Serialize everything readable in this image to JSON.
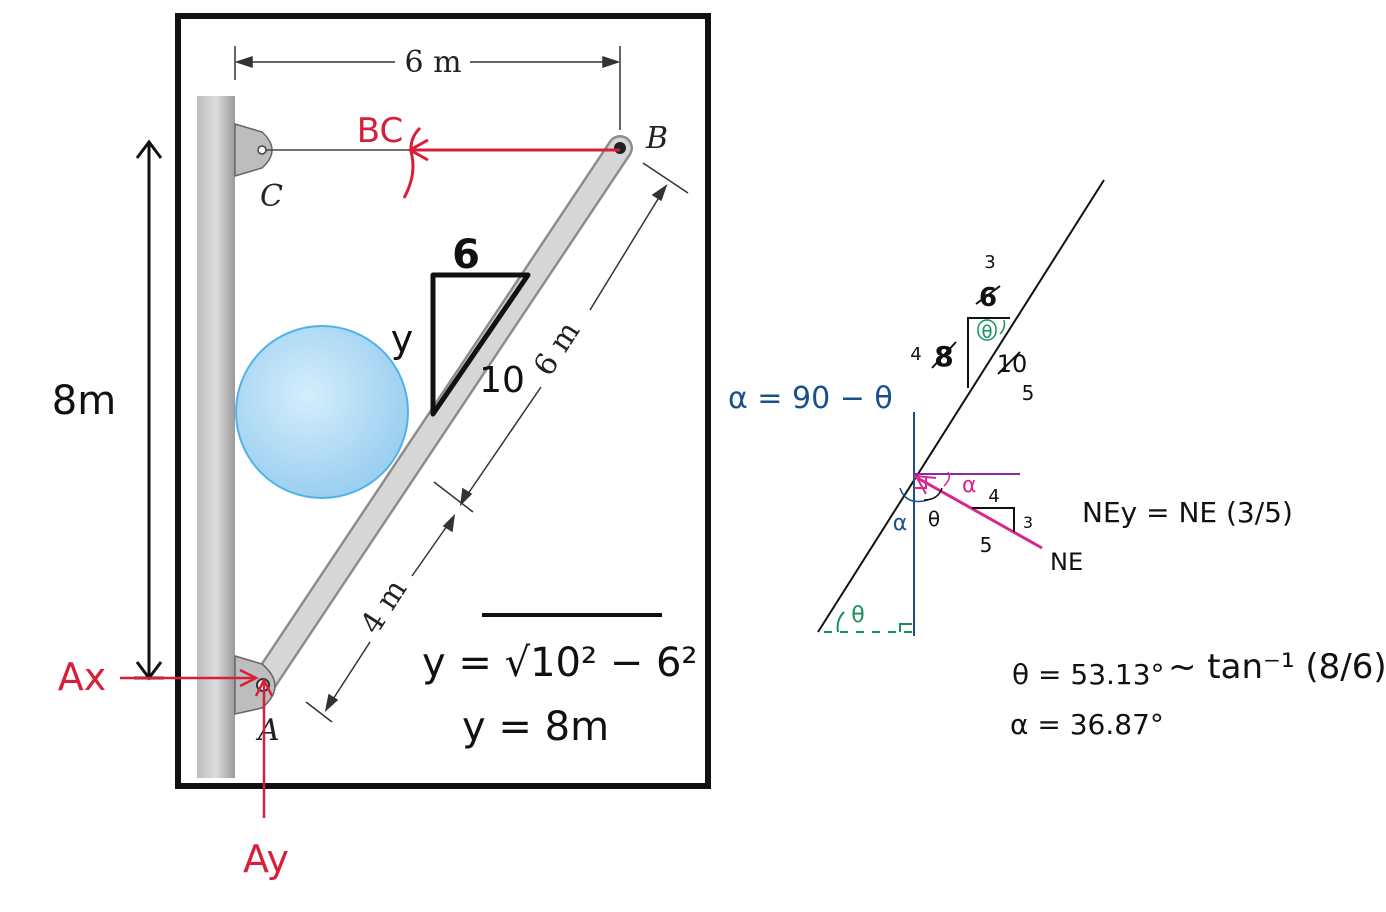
{
  "figure": {
    "labels": {
      "top_dim": "6 m",
      "point_b": "B",
      "point_c": "C",
      "point_a": "A",
      "dim_6m_upper": "6 m",
      "dim_4m_lower": "4 m",
      "height_8m": "8m",
      "bc_force": "BC",
      "ax_force": "Ax",
      "ay_force": "Ay"
    },
    "triangle": {
      "top": "6",
      "side": "y",
      "hyp": "10"
    },
    "equations": {
      "eq1": "y = √10² − 6²",
      "eq2": "y = 8m"
    }
  },
  "sketch": {
    "alpha_rel": "α = 90 − θ",
    "small_tri": {
      "top_old": "6",
      "top_new": "3",
      "left_old": "8",
      "left_new": "4",
      "hyp_old": "10",
      "hyp_new": "5",
      "angle": "θ"
    },
    "contact": {
      "alpha_top": "α",
      "alpha_left": "α",
      "theta": "θ"
    },
    "force_tri": {
      "top": "4",
      "right": "3",
      "hyp": "5"
    },
    "ne_label": "NE",
    "ney_eq": "NEy = NE (3/5)",
    "base_theta": "θ",
    "theta_val": "θ = 53.13°",
    "tan_expr": "~ tan⁻¹ (8/6)",
    "alpha_val": "α = 36.87°"
  },
  "colors": {
    "ink": "#111111",
    "red": "#d81f3a",
    "blue_ink": "#1a4f8b",
    "green": "#17915a",
    "magenta": "#d8268e",
    "purple": "#8a2aa8",
    "sphere": "#9dd3f2",
    "rod": "#cfcfcf",
    "wall": "#a8a8a8"
  }
}
